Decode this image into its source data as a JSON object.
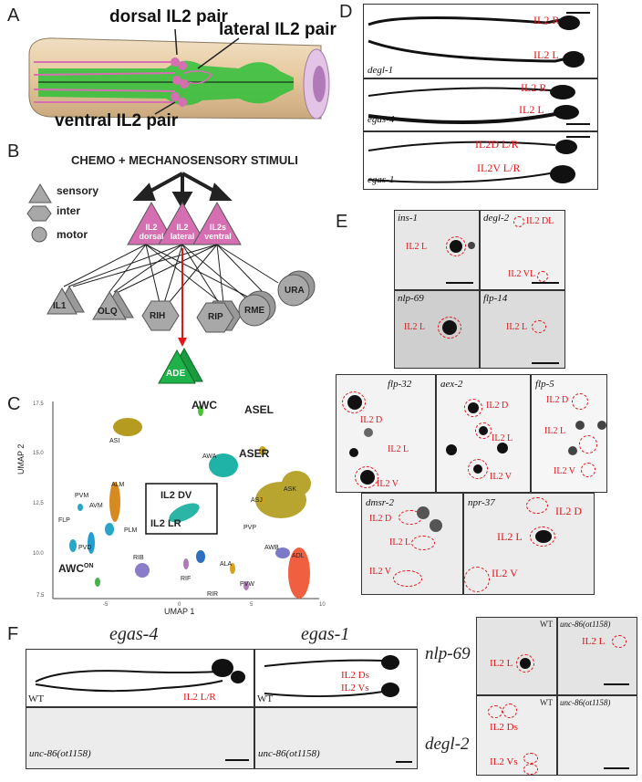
{
  "panels": {
    "A": "A",
    "B": "B",
    "C": "C",
    "D": "D",
    "E": "E",
    "F": "F"
  },
  "panelA": {
    "dorsal": "dorsal IL2 pair",
    "lateral": "lateral IL2 pair",
    "ventral": "ventral IL2 pair"
  },
  "panelB": {
    "stimuli": "CHEMO + MECHANOSENSORY STIMULI",
    "legend": {
      "sensory": "sensory",
      "inter": "inter",
      "motor": "motor"
    },
    "top": {
      "dorsal": [
        "IL2",
        "dorsal"
      ],
      "lateral": [
        "IL2",
        "lateral"
      ],
      "ventral": [
        "IL2s",
        "ventral"
      ]
    },
    "targets": {
      "il1": "IL1",
      "olq": "OLQ",
      "rih": "RIH",
      "rip": "RIP",
      "rme": "RME",
      "ura": "URA",
      "ade": "ADE"
    },
    "colors": {
      "il2": "#d56fb2",
      "ade": "#1fb24a",
      "grey": "#a8a8a8",
      "arrow": "#e0161b"
    }
  },
  "panelC": {
    "xlabel": "UMAP 1",
    "ylabel": "UMAP 2",
    "xticks": [
      "-5",
      "0",
      "5",
      "10"
    ],
    "yticks": [
      "7.5",
      "10.0",
      "12.5",
      "15.0",
      "17.5"
    ],
    "inset": {
      "dv": "IL2 DV",
      "lr": "IL2 LR"
    },
    "clusters": [
      "AWC",
      "ASEL",
      "ASI",
      "AWA",
      "ASER",
      "ALM",
      "PVM",
      "AVM",
      "FLP",
      "PVD",
      "PLM",
      "ASJ",
      "ASK",
      "PVP",
      "AWB",
      "AWC",
      "RIB",
      "ALA",
      "ADL",
      "RIF",
      "PVW",
      "RIR"
    ],
    "awcon": "AWC",
    "awcon_sup": "ON"
  },
  "panelD": {
    "rows": [
      {
        "gene": "degl-1",
        "l1": "IL2 R",
        "l2": "IL2 L"
      },
      {
        "gene": "egas-4",
        "l1": "IL2 R",
        "l2": "IL2 L"
      },
      {
        "gene": "egas-1",
        "l1": "IL2D L/R",
        "l2": "IL2V L/R"
      }
    ]
  },
  "panelE": {
    "ins1": {
      "gene": "ins-1",
      "l": "IL2 L"
    },
    "degl2": {
      "gene": "degl-2",
      "d": "IL2 DL",
      "v": "IL2 VL"
    },
    "nlp69": {
      "gene": "nlp-69",
      "l": "IL2 L"
    },
    "flp14": {
      "gene": "flp-14",
      "l": "IL2 L"
    },
    "flp32": {
      "gene": "flp-32",
      "d": "IL2 D",
      "l": "IL2 L",
      "v": "IL2 V"
    },
    "aex2": {
      "gene": "aex-2",
      "d": "IL2 D",
      "l": "IL2 L",
      "v": "IL2 V"
    },
    "flp5": {
      "gene": "flp-5",
      "d": "IL2 D",
      "l": "IL2 L",
      "v": "IL2 V"
    },
    "dmsr2": {
      "gene": "dmsr-2",
      "d": "IL2 D",
      "l": "IL2 L",
      "v": "IL2 V"
    },
    "npr37": {
      "gene": "npr-37",
      "d": "IL2 D",
      "l": "IL2 L",
      "v": "IL2 V"
    }
  },
  "panelF": {
    "egas4": "egas-4",
    "egas1": "egas-1",
    "wt": "WT",
    "mut": "unc-86(ot1158)",
    "lr": "IL2 L/R",
    "ds": "IL2 Ds",
    "vs": "IL2 Vs",
    "nlp69": "nlp-69",
    "degl2": "degl-2",
    "il2l": "IL2 L"
  }
}
